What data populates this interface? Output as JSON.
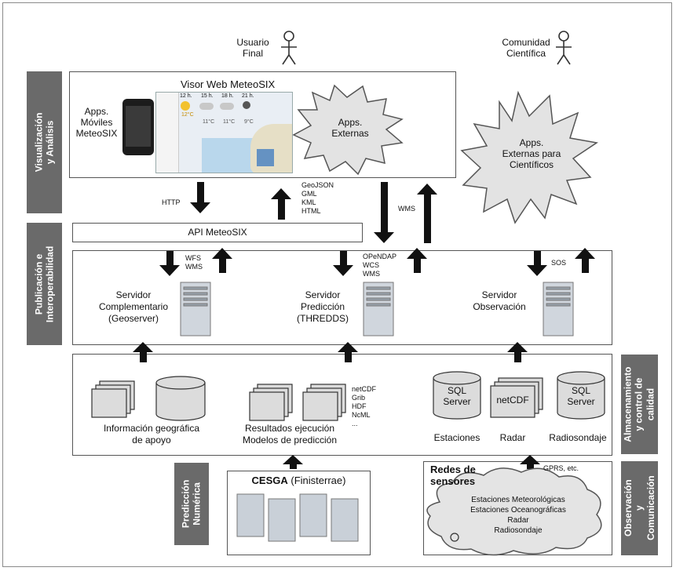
{
  "sidebars": {
    "visualizacion": "Visualización y Análisis",
    "publicacion": "Publicación e Interoperabilidad",
    "almacenamiento": "Almacenamiento y control de calidad",
    "prediccion": "Predicción Numérica",
    "observacion": "Observación y Comunicación"
  },
  "actors": {
    "usuario": "Usuario Final",
    "comunidad": "Comunidad Científica"
  },
  "visualization": {
    "visor": "Visor Web MeteoSIX",
    "apps_moviles": "Apps. Móviles MeteoSIX",
    "apps_externas": "Apps. Externas",
    "apps_cientificos": "Apps. Externas para Científicos",
    "forecast_hours": [
      "12 h.",
      "15 h.",
      "18 h.",
      "21 h."
    ],
    "forecast_temps": [
      "12°C",
      "11°C",
      "11°C",
      "9°C"
    ]
  },
  "protocols": {
    "http": "HTTP",
    "formats": [
      "GeoJSON",
      "GML",
      "KML",
      "HTML"
    ],
    "wms": "WMS",
    "wfs_wms": [
      "WFS",
      "WMS"
    ],
    "opendap": [
      "OPeNDAP",
      "WCS",
      "WMS"
    ],
    "sos": "SOS",
    "gprs": "GPRS, etc.",
    "file_formats": [
      "netCDF",
      "Grib",
      "HDF",
      "NcML",
      "..."
    ]
  },
  "api": {
    "label": "API MeteoSIX"
  },
  "servers": {
    "complementario": [
      "Servidor",
      "Complementario",
      "(Geoserver)"
    ],
    "prediccion": [
      "Servidor",
      "Predicción",
      "(THREDDS)"
    ],
    "observacion": [
      "Servidor",
      "Observación"
    ]
  },
  "storage": {
    "info_geo": [
      "Información geográfica",
      "de apoyo"
    ],
    "resultados": [
      "Resultados ejecución",
      "Modelos de predicción"
    ],
    "sql_server": [
      "SQL",
      "Server"
    ],
    "netcdf": "netCDF",
    "estaciones": "Estaciones",
    "radar": "Radar",
    "radiosondaje": "Radiosondaje"
  },
  "cesga": {
    "bold": "CESGA",
    "rest": "(Finisterrae)"
  },
  "sensores": {
    "title": [
      "Redes de",
      "sensores"
    ],
    "items": [
      "Estaciones Meteorológicas",
      "Estaciones Oceanográficas",
      "Radar",
      "Radiosondaje"
    ]
  }
}
